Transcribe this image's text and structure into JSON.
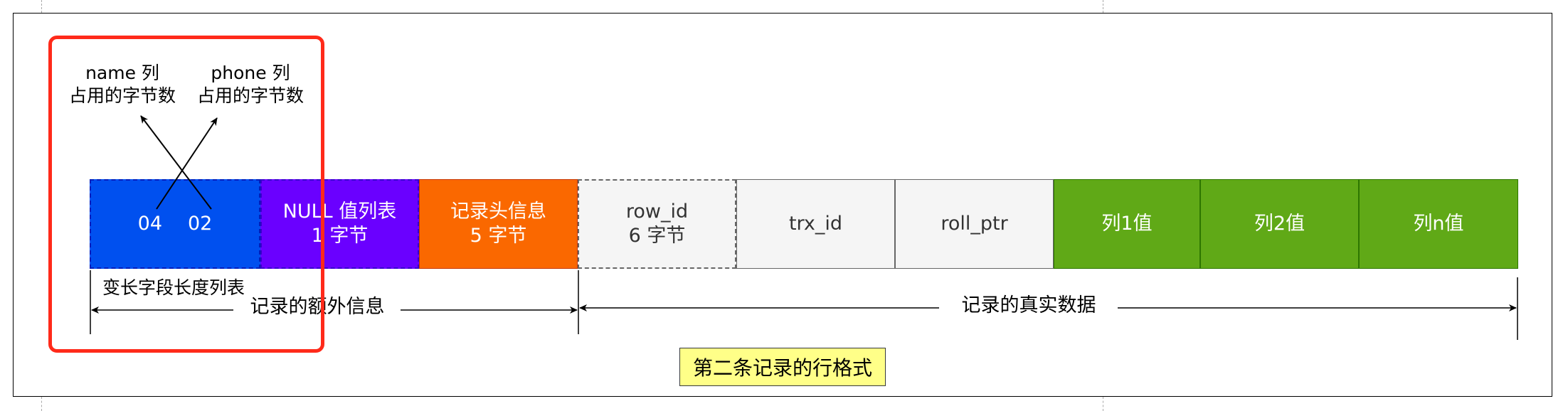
{
  "annotations": {
    "name_col": [
      "name 列",
      "占用的字节数"
    ],
    "phone_col": [
      "phone 列",
      "占用的字节数"
    ]
  },
  "cells": {
    "varlen_values": [
      "04",
      "02"
    ],
    "null_list": [
      "NULL 值列表",
      "1 字节"
    ],
    "record_header": [
      "记录头信息",
      "5 字节"
    ],
    "row_id": [
      "row_id",
      "6 字节"
    ],
    "trx_id": "trx_id",
    "roll_ptr": "roll_ptr",
    "col1": "列1值",
    "col2": "列2值",
    "coln": "列n值"
  },
  "labels": {
    "varlen_list": "变长字段长度列表",
    "extra_info": "记录的额外信息",
    "real_data": "记录的真实数据"
  },
  "caption": "第二条记录的行格式",
  "colors": {
    "blue": "#0050ef",
    "purple": "#6a00ff",
    "orange": "#fa6800",
    "grey": "#f5f5f5",
    "green": "#60a917",
    "highlight_red": "#ff2a1a",
    "caption_bg": "#ffff88"
  }
}
